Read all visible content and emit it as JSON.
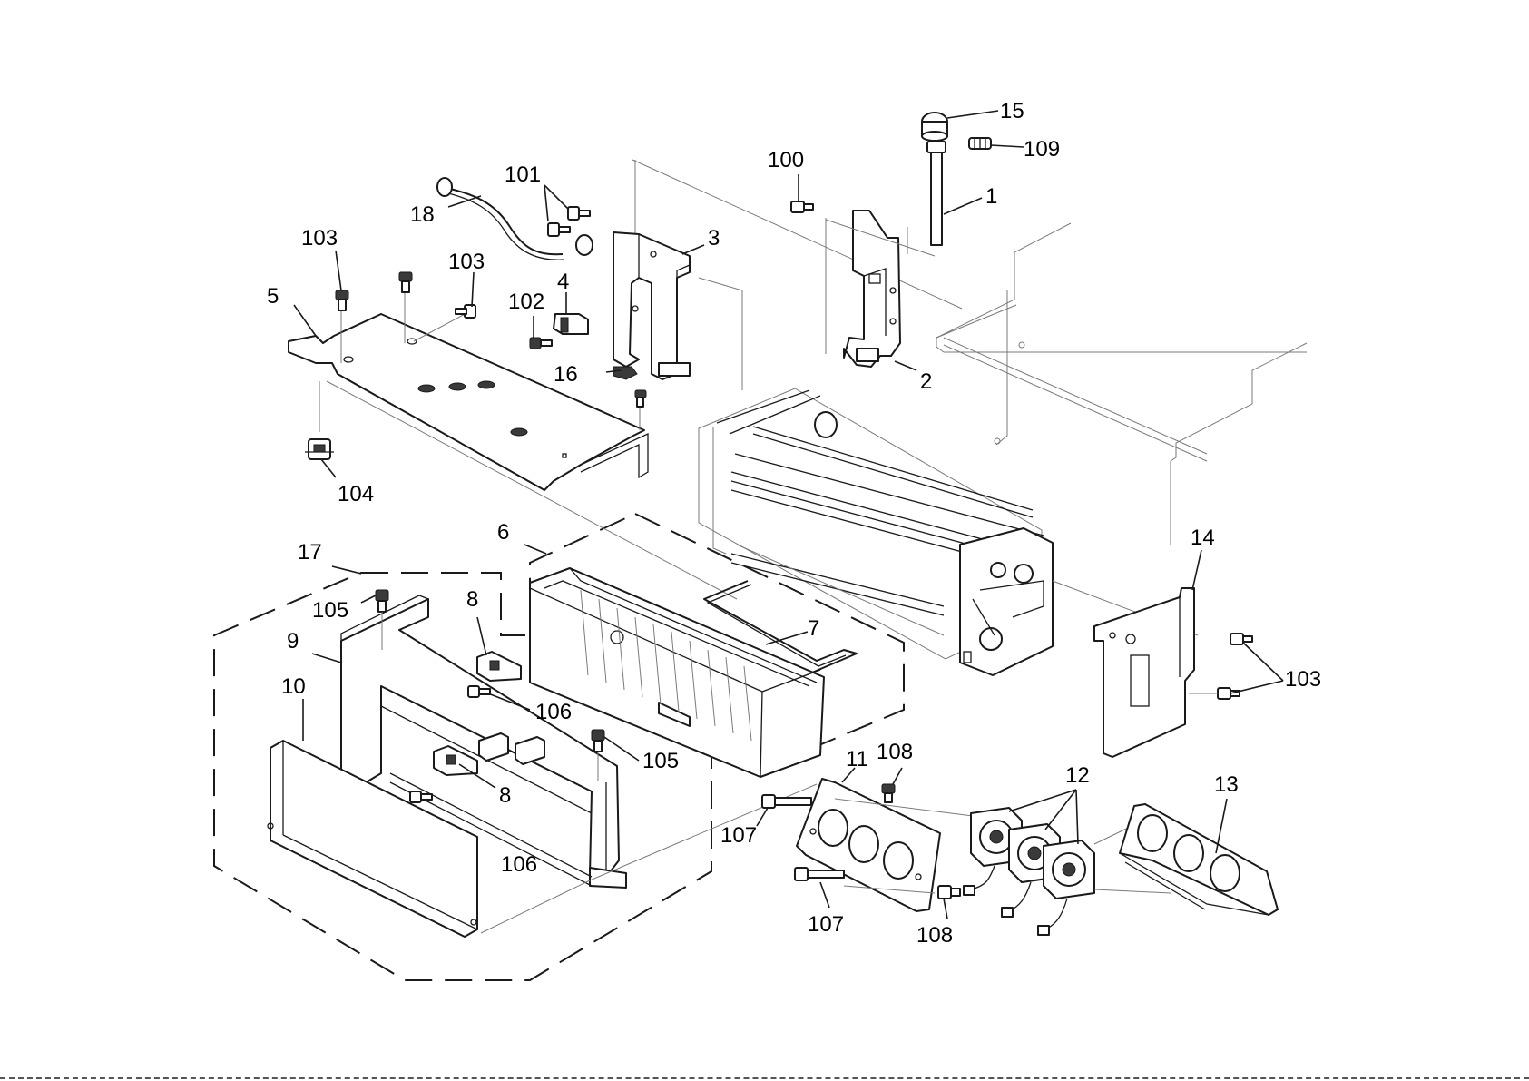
{
  "callouts": {
    "c1": "1",
    "c2": "2",
    "c3": "3",
    "c4": "4",
    "c5": "5",
    "c6": "6",
    "c7": "7",
    "c8a": "8",
    "c8b": "8",
    "c9": "9",
    "c10": "10",
    "c11": "11",
    "c12": "12",
    "c13": "13",
    "c14": "14",
    "c15": "15",
    "c16": "16",
    "c17": "17",
    "c18": "18",
    "c100": "100",
    "c101": "101",
    "c102": "102",
    "c103a": "103",
    "c103b": "103",
    "c103c": "103",
    "c104": "104",
    "c105a": "105",
    "c105b": "105",
    "c106a": "106",
    "c106b": "106",
    "c107a": "107",
    "c107b": "107",
    "c108a": "108",
    "c108b": "108",
    "c109": "109"
  }
}
